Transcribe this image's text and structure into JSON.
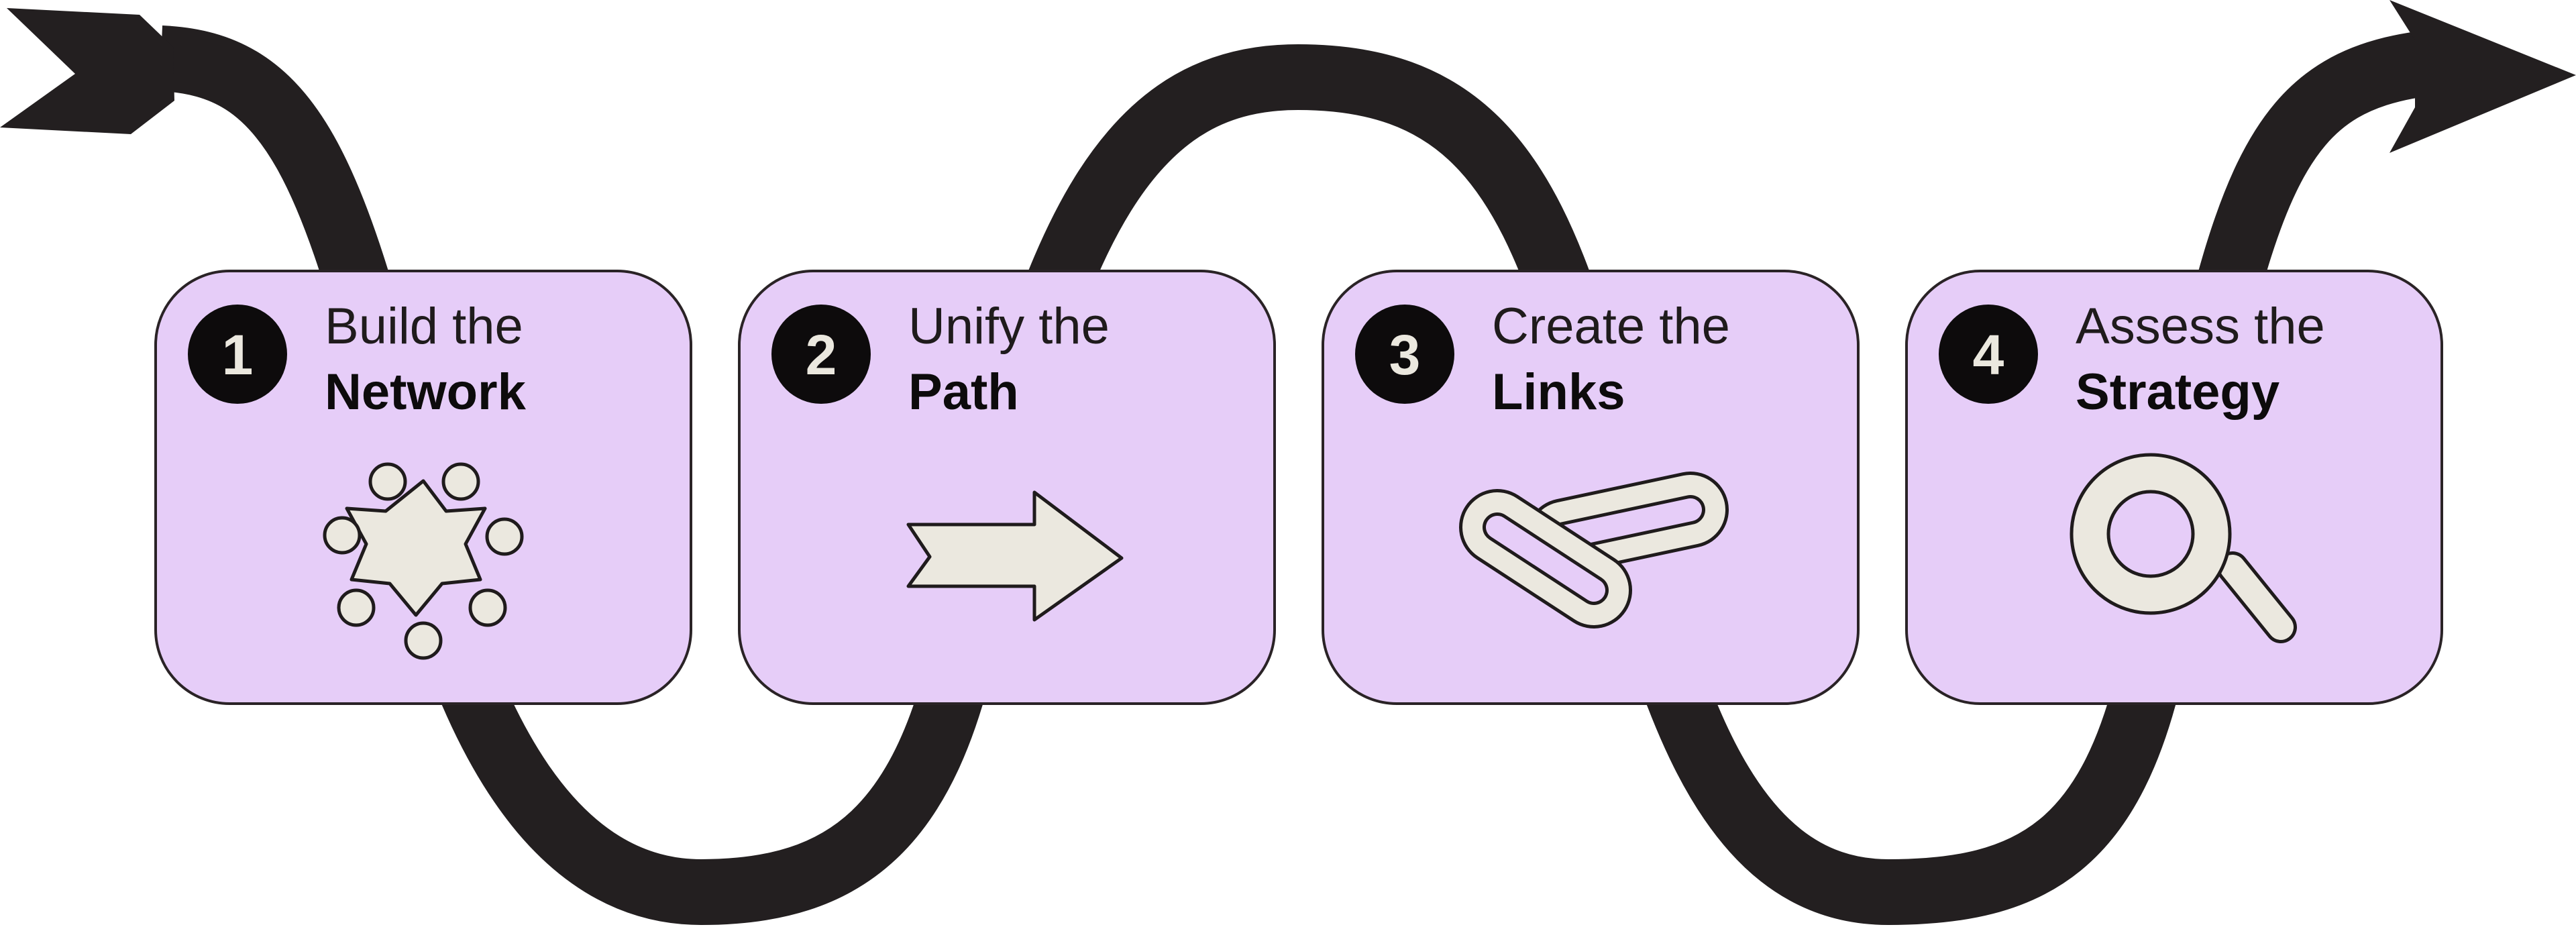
{
  "colors": {
    "card_fill": "#e6cdf8",
    "card_stroke": "#2a2326",
    "ribbon": "#231f20",
    "icon_fill": "#ebe8df",
    "badge_fill": "#0d0b0c",
    "badge_text": "#ebe8df"
  },
  "steps": [
    {
      "number": "1",
      "title": "Build the",
      "subtitle": "Network",
      "icon": "team-network-icon"
    },
    {
      "number": "2",
      "title": "Unify the",
      "subtitle": "Path",
      "icon": "right-arrow-icon"
    },
    {
      "number": "3",
      "title": "Create the",
      "subtitle": "Links",
      "icon": "chain-link-icon"
    },
    {
      "number": "4",
      "title": "Assess the",
      "subtitle": "Strategy",
      "icon": "magnifier-icon"
    }
  ]
}
